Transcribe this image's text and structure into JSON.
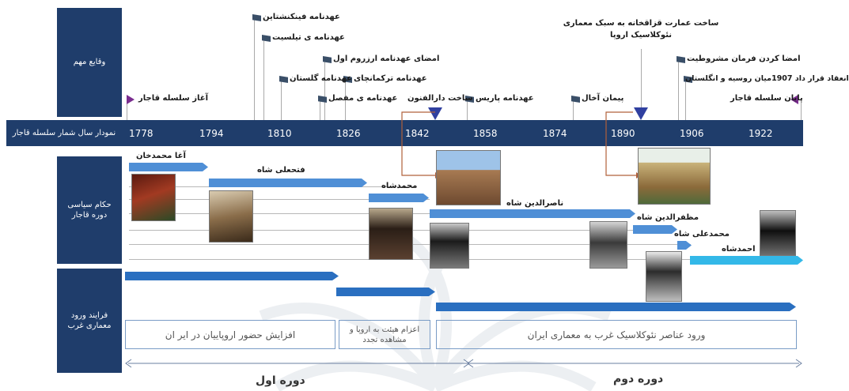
{
  "labels": {
    "events": "وقایع مهم",
    "axis": "نمودار سال شمار سلسله قاجار",
    "rulers": "حکام سیاسی دوره قاجار",
    "west": "فرایند ورود معماری غرب"
  },
  "years": [
    "1778",
    "1794",
    "1810",
    "1826",
    "1842",
    "1858",
    "1874",
    "1890",
    "1906",
    "1922"
  ],
  "events": {
    "fin": "عهدنامه فینکنشتاین",
    "tilsit": "عهدنامه ی تیلسیت",
    "erzurum": "امضای عهدنامه ارزروم اول",
    "turkmen": "عهدنامه ترکمانچای",
    "golestan": "عهدنامه گلستان",
    "mofassal": "عهدنامه ی مفصل",
    "darolfonun": "ساخت دارالفنون",
    "paris": "عهدنامه پاریس",
    "akhal": "پیمان آخال",
    "qazaqkhaneh": "ساخت عمارت قزاقخانه به سبک معماری نئوکلاسیک اروپا",
    "constitution": "امضا کردن فرمان مشروطیت",
    "treaty1907": "انعقاد قرار داد 1907میان روسیه و انگلستان",
    "start": "آغاز سلسله قاجار",
    "end": "پایان سلسله قاجار"
  },
  "rulers": {
    "agha": "آغا محمدخان",
    "fathali": "فتحعلی شاه",
    "mohammad": "محمدشاه",
    "naser": "ناصرالدین شاه",
    "mozaffar": "مظفرالدین شاه",
    "mohammadali": "محمدعلی شاه",
    "ahmad": "احمدشاه"
  },
  "west": {
    "box1": "افزایش حضور اروپاییان در ایر ان",
    "box2": "اعزام هیئت به اروپا و مشاهده تجدد",
    "box3": "ورود عناصر نئوکلاسیک غرب به معماری ایران"
  },
  "eras": {
    "first": "دوره اول",
    "second": "دوره دوم"
  },
  "colors": {
    "navy": "#1f3d6b",
    "ruler_blue": "#4f8fd6",
    "west_blue": "#2a6fc0",
    "marker_purple": "#7a2d8f"
  }
}
